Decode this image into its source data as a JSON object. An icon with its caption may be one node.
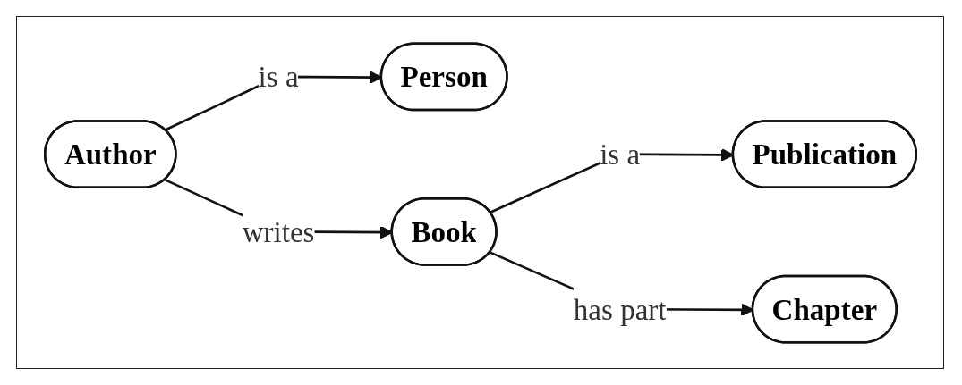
{
  "diagram": {
    "nodes": [
      {
        "text": [
          "Person"
        ]
      },
      {
        "text": [
          "Publication"
        ]
      },
      {
        "text": [
          "Author"
        ]
      },
      {
        "text": [
          "Book"
        ]
      },
      {
        "text": [
          "Chapter"
        ]
      }
    ],
    "edges": [
      {
        "from": 2,
        "to": 0,
        "arrow": "to",
        "label": "is a"
      },
      {
        "from": 2,
        "to": 3,
        "arrow": "to",
        "label": "writes"
      },
      {
        "from": 3,
        "to": 1,
        "arrow": "to",
        "label": "is a"
      },
      {
        "from": 3,
        "to": 4,
        "arrow": "to",
        "label": "has part"
      }
    ]
  }
}
